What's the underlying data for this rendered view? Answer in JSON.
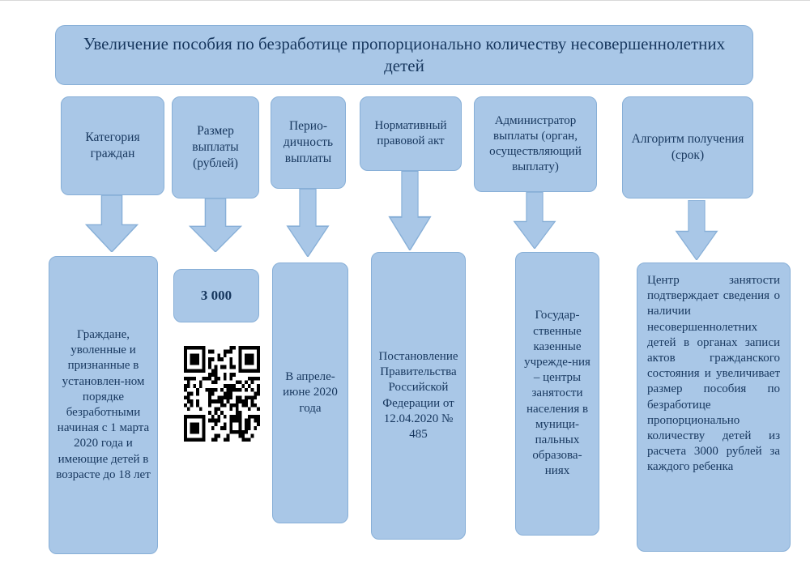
{
  "title": "Увеличение пособия по безработице пропорционально количеству несовершеннолетних детей",
  "columns": [
    {
      "header": "Категория граждан",
      "content": "Граждане, уволенные и признанные в установлен-ном порядке безработными начиная с 1 марта 2020 года и имеющие детей в возрасте до 18 лет"
    },
    {
      "header": "Размер выплаты (рублей)",
      "content": "3 000"
    },
    {
      "header": "Перио-дичность выплаты",
      "content": "В апреле-июне 2020 года"
    },
    {
      "header": "Нормативный правовой акт",
      "content": "Постановление Правительства Российской Федерации от 12.04.2020 № 485"
    },
    {
      "header": "Администратор выплаты (орган, осуществляющий выплату)",
      "content": "Государ-ственные казенные учрежде-ния – центры занятости населения в муници-пальных образова-ниях"
    },
    {
      "header": "Алгоритм получения (срок)",
      "content": "Центр занятости подтверждает сведения о наличии несовершеннолетних детей в органах записи актов гражданского состояния и увеличивает размер пособия по безработице пропорционально количеству детей из расчета 3000 рублей за каждого ребенка"
    }
  ],
  "icons": {
    "arrow": "block-arrow-down",
    "qr": "qr-code"
  },
  "colors": {
    "box_fill": "#a9c7e7",
    "box_border": "#87afd7",
    "text": "#17375e",
    "background": "#ffffff"
  }
}
